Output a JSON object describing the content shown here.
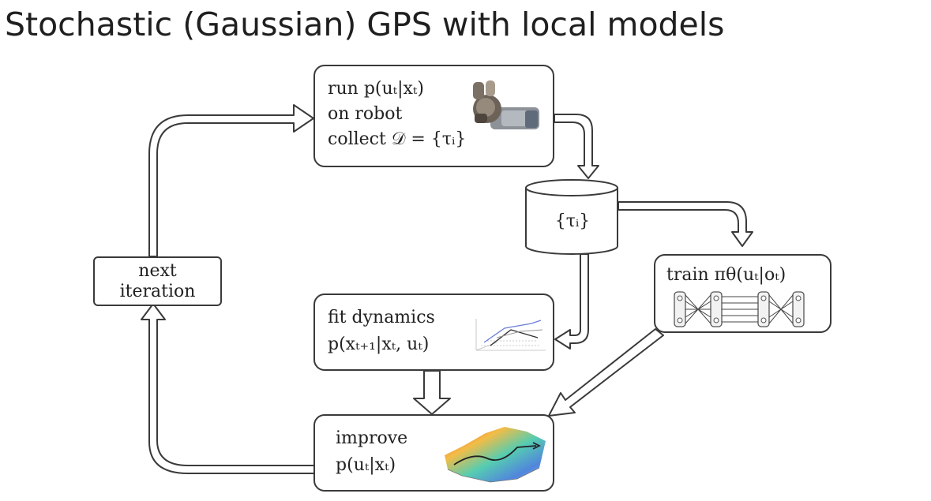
{
  "title": "Stochastic (Gaussian) GPS with local models",
  "boxes": {
    "run": {
      "line1": "run p(uₜ|xₜ)",
      "line2": "on robot",
      "line3": "collect 𝒟 = {τᵢ}"
    },
    "data_store": {
      "label": "{τᵢ}"
    },
    "train": {
      "label": "train πθ(uₜ|oₜ)"
    },
    "fit": {
      "line1": "fit dynamics",
      "line2": "p(xₜ₊₁|xₜ, uₜ)"
    },
    "improve": {
      "line1": "improve",
      "line2": "p(uₜ|xₜ)"
    },
    "next": {
      "line1": "next",
      "line2": "iteration"
    }
  },
  "icons": {
    "robot": "robot-arm-icon",
    "network": "neural-network-icon",
    "dynamics": "dynamics-plot-icon",
    "surface": "cost-surface-icon"
  },
  "colors": {
    "stroke": "#3a3a3a",
    "text": "#222222"
  }
}
